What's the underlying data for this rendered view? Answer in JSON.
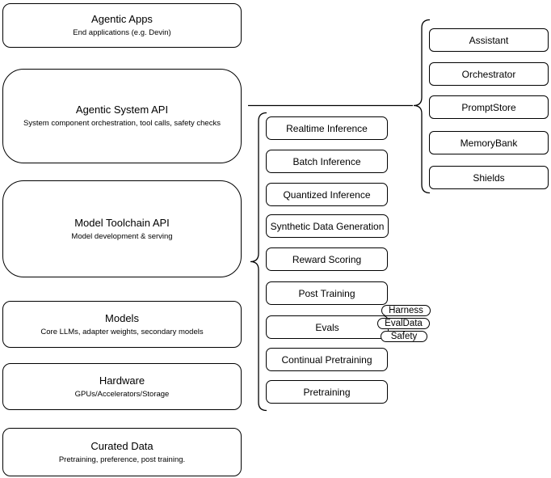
{
  "diagram": {
    "title": "Agentic AI stack diagram",
    "colors": {
      "stroke": "#000000",
      "fill": "#ffffff",
      "background": "#ffffff",
      "text": "#000000"
    },
    "stack": {
      "items": [
        {
          "title": "Agentic Apps",
          "subtitle": "End applications (e.g. Devin)"
        },
        {
          "title": "Agentic System API",
          "subtitle": "System component orchestration, tool calls, safety checks"
        },
        {
          "title": "Model Toolchain API",
          "subtitle": "Model development & serving"
        },
        {
          "title": "Models",
          "subtitle": "Core LLMs, adapter weights, secondary models"
        },
        {
          "title": "Hardware",
          "subtitle": "GPUs/Accelerators/Storage"
        },
        {
          "title": "Curated Data",
          "subtitle": "Pretraining, preference, post training."
        }
      ]
    },
    "toolchain_group": {
      "items": [
        "Realtime Inference",
        "Batch Inference",
        "Quantized Inference",
        "Synthetic Data Generation",
        "Reward Scoring",
        "Post Training",
        "Evals",
        "Continual Pretraining",
        "Pretraining"
      ],
      "evals_tags": [
        "Harness",
        "EvalData",
        "Safety"
      ]
    },
    "system_group": {
      "items": [
        "Assistant",
        "Orchestrator",
        "PromptStore",
        "MemoryBank",
        "Shields"
      ]
    }
  }
}
